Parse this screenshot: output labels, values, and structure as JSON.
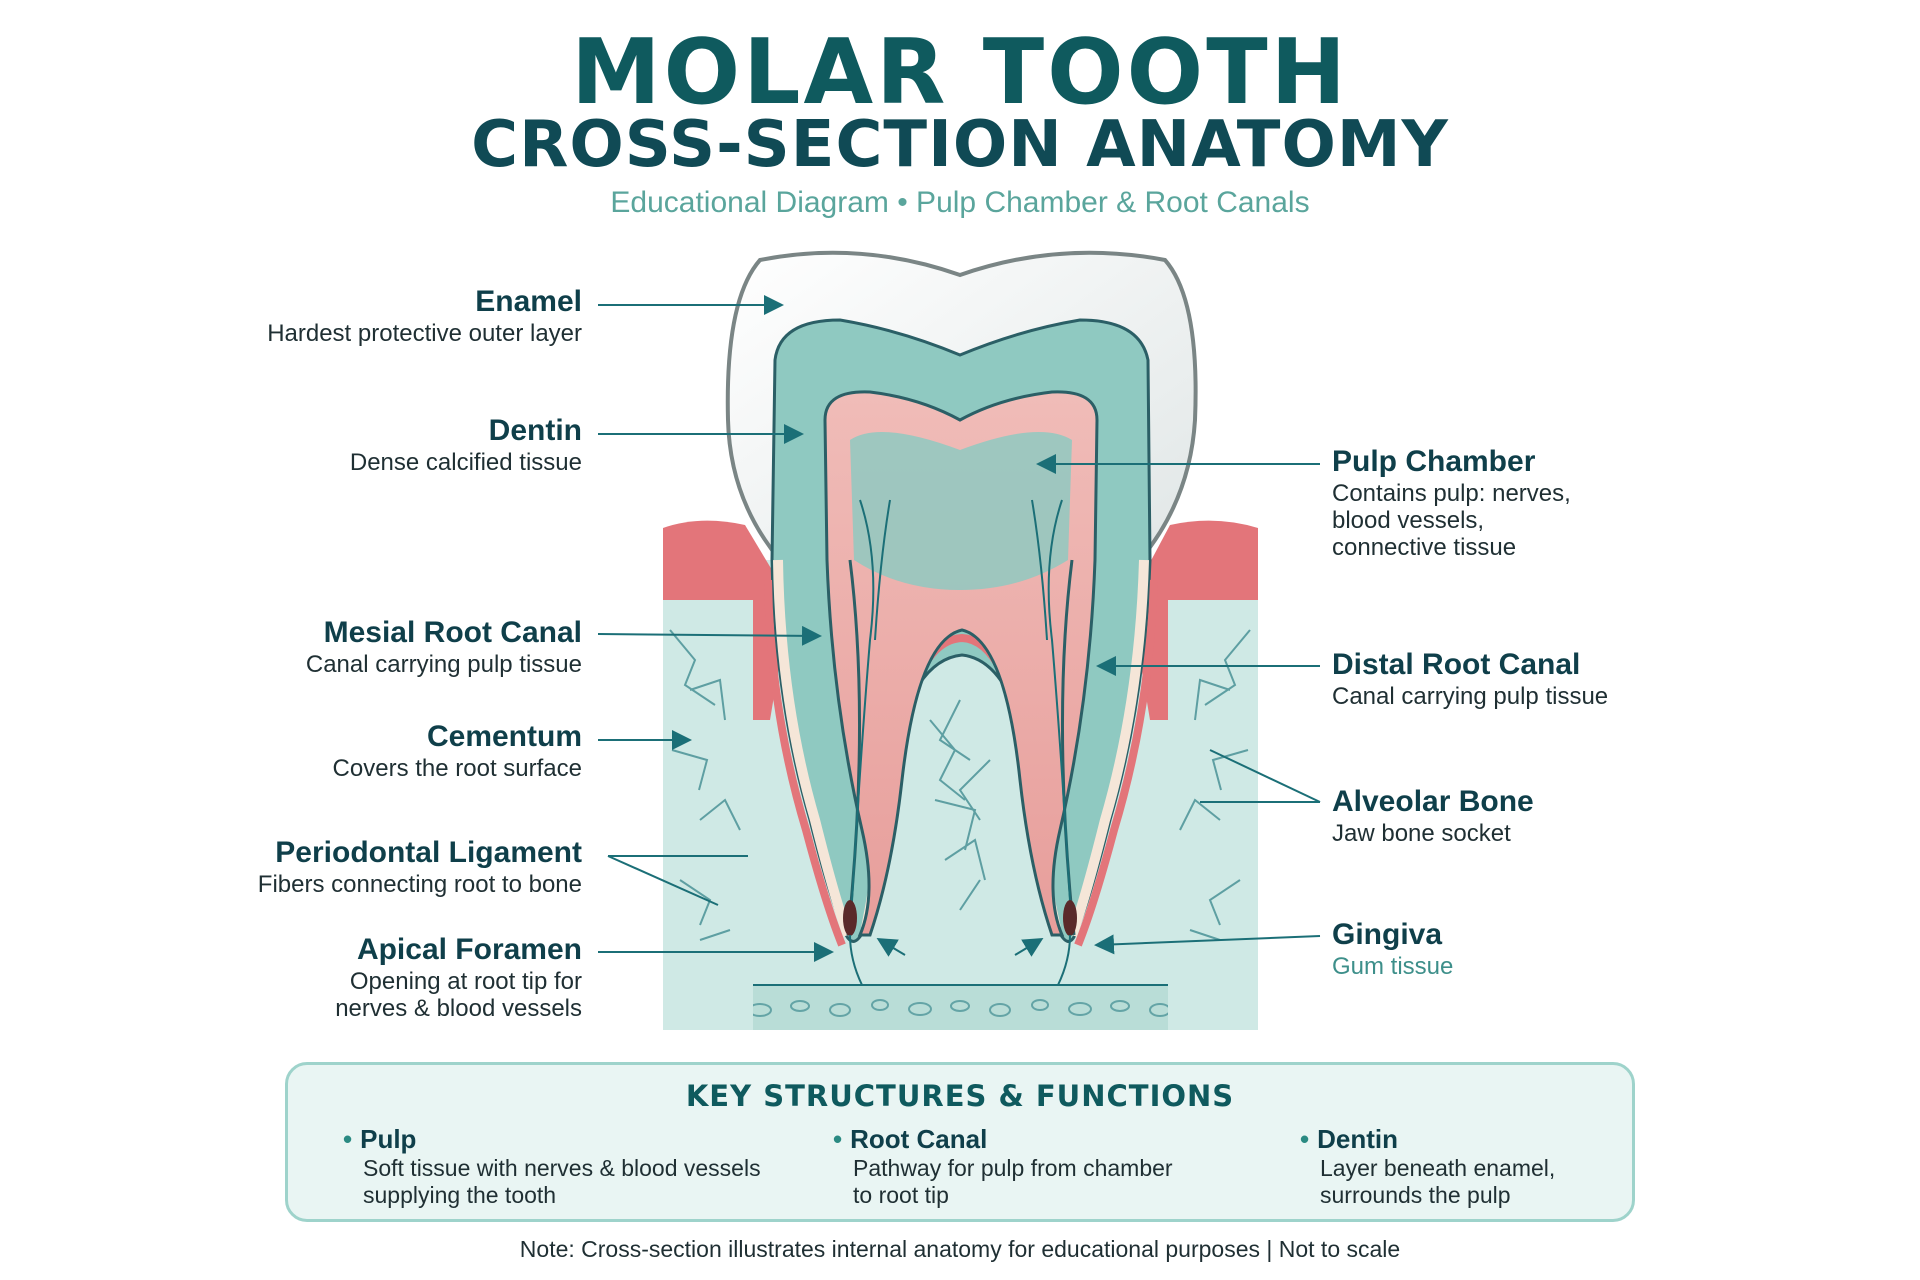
{
  "header": {
    "title_line1": "MOLAR TOOTH",
    "title_line2": "CROSS-SECTION ANATOMY",
    "subtitle": "Educational Diagram • Pulp Chamber & Root Canals"
  },
  "labels_left": [
    {
      "name": "Enamel",
      "desc": "Hardest protective outer layer"
    },
    {
      "name": "Dentin",
      "desc": "Dense calcified tissue"
    },
    {
      "name": "Mesial Root Canal",
      "desc": "Canal carrying pulp tissue"
    },
    {
      "name": "Cementum",
      "desc": "Covers the root surface"
    },
    {
      "name": "Periodontal Ligament",
      "desc": "Fibers connecting root to bone"
    },
    {
      "name": "Apical Foramen",
      "desc": "Opening at root tip for\nnerves & blood vessels"
    }
  ],
  "labels_right": [
    {
      "name": "Pulp Chamber",
      "desc": "Contains pulp: nerves,\nblood vessels,\nconnective tissue"
    },
    {
      "name": "Distal Root Canal",
      "desc": "Canal carrying pulp tissue"
    },
    {
      "name": "Alveolar Bone",
      "desc": "Jaw bone socket"
    },
    {
      "name": "Gingiva",
      "desc": "Gum tissue"
    }
  ],
  "key": {
    "title": "KEY STRUCTURES & FUNCTIONS",
    "items": [
      {
        "name": "Pulp",
        "desc": "Soft tissue with nerves & blood vessels\nsupplying the tooth"
      },
      {
        "name": "Root Canal",
        "desc": "Pathway for pulp from chamber\nto root tip"
      },
      {
        "name": "Dentin",
        "desc": "Layer beneath enamel,\nsurrounds the pulp"
      }
    ]
  },
  "note": "Note: Cross-section illustrates internal anatomy for educational purposes | Not to scale",
  "colors": {
    "title": "#0f5a5e",
    "subtitle": "#5aa59c",
    "enamel": "#f4f6f6",
    "dentin": "#8fc9c1",
    "pulp": "#e9b1ae",
    "gingiva": "#e3757a",
    "bone": "#cfe9e5",
    "leader": "#1b6f77"
  }
}
